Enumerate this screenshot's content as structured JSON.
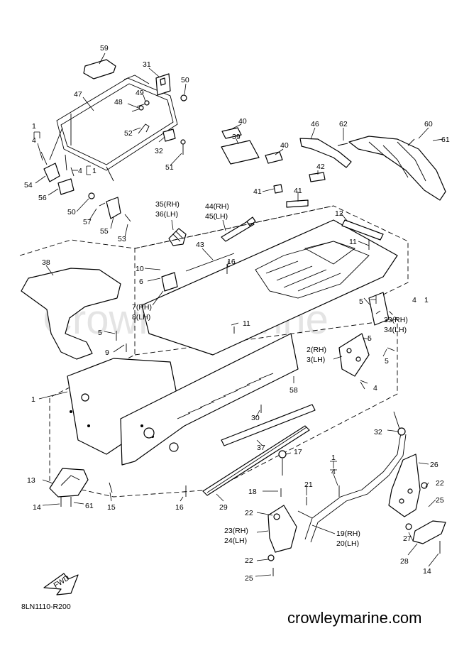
{
  "diagram": {
    "watermark": "Crowley Marine",
    "drawing_code": "8LN1110-R200",
    "site_url": "crowleymarine.com",
    "fwd_label": "FWD",
    "callouts": {
      "c59": "59",
      "c31": "31",
      "c50a": "50",
      "c47": "47",
      "c49": "49",
      "c48": "48",
      "c52": "52",
      "c32a": "32",
      "c51": "51",
      "c1a": "1",
      "c4a": "4",
      "c4b": "4",
      "c1b": "1",
      "c54": "54",
      "c56": "56",
      "c50b": "50",
      "c57": "57",
      "c55": "55",
      "c53": "53",
      "c40a": "40",
      "c39": "39",
      "c40b": "40",
      "c46": "46",
      "c62": "62",
      "c60": "60",
      "c61a": "61",
      "c42": "42",
      "c41a": "41",
      "c41b": "41",
      "c44": "44(RH)",
      "c45": "45(LH)",
      "c35": "35(RH)",
      "c36": "36(LH)",
      "c12": "12",
      "c11a": "11",
      "c43": "43",
      "c16a": "16",
      "c10": "10",
      "c6": "6",
      "c38": "38",
      "c7": "7(RH)",
      "c8": "8(LH)",
      "c4c": "4",
      "c1c": "1",
      "c33": "33(RH)",
      "c34": "34(LH)",
      "c5a": "5",
      "c5b": "5",
      "c11b": "11",
      "c9": "9",
      "c2": "2(RH)",
      "c3": "3(LH)",
      "c5c": "5",
      "c1d": "1",
      "c5d": "5",
      "c4d": "4",
      "c58": "58",
      "c30": "30",
      "c32b": "32",
      "c37": "37",
      "c17": "17",
      "c1e": "1",
      "c4e": "4",
      "c26": "26",
      "c22a": "22",
      "c13": "13",
      "c18": "18",
      "c21": "21",
      "c25a": "25",
      "c14a": "14",
      "c61b": "61",
      "c15": "15",
      "c16b": "16",
      "c29": "29",
      "c22b": "22",
      "c23": "23(RH)",
      "c24": "24(LH)",
      "c19": "19(RH)",
      "c20": "20(LH)",
      "c27": "27",
      "c28": "28",
      "c22c": "22",
      "c25b": "25",
      "c14b": "14"
    }
  }
}
